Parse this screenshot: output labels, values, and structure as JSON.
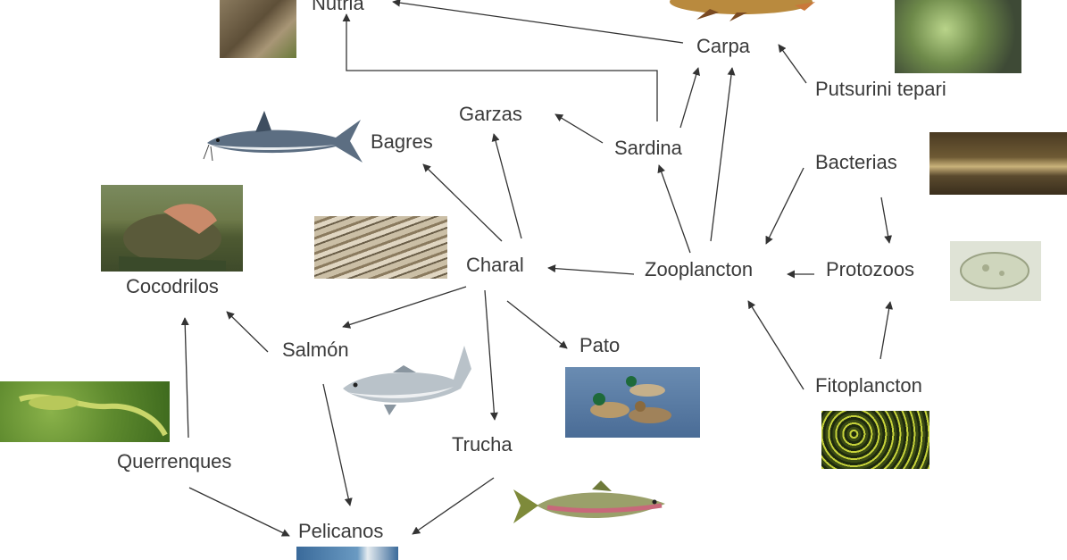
{
  "nodes": {
    "nutria": "Nutria",
    "carpa": "Carpa",
    "putsurini": "Putsurini tepari",
    "garzas": "Garzas",
    "sardina": "Sardina",
    "bagres": "Bagres",
    "bacterias": "Bacterias",
    "charal": "Charal",
    "zooplancton": "Zooplancton",
    "protozoos": "Protozoos",
    "cocodrilos": "Cocodrilos",
    "salmon": "Salmón",
    "pato": "Pato",
    "fitoplancton": "Fitoplancton",
    "trucha": "Trucha",
    "querrenques": "Querrenques",
    "pelicanos": "Pelicanos"
  },
  "edges": [
    {
      "from": "carpa",
      "to": "nutria"
    },
    {
      "from": "sardina",
      "to": "nutria"
    },
    {
      "from": "sardina",
      "to": "carpa"
    },
    {
      "from": "zooplancton",
      "to": "carpa"
    },
    {
      "from": "putsurini",
      "to": "carpa"
    },
    {
      "from": "sardina",
      "to": "garzas"
    },
    {
      "from": "zooplancton",
      "to": "sardina"
    },
    {
      "from": "bacterias",
      "to": "zooplancton"
    },
    {
      "from": "bacterias",
      "to": "protozoos"
    },
    {
      "from": "protozoos",
      "to": "zooplancton"
    },
    {
      "from": "fitoplancton",
      "to": "protozoos"
    },
    {
      "from": "fitoplancton",
      "to": "zooplancton"
    },
    {
      "from": "zooplancton",
      "to": "charal"
    },
    {
      "from": "charal",
      "to": "bagres"
    },
    {
      "from": "charal",
      "to": "garzas"
    },
    {
      "from": "charal",
      "to": "salmon"
    },
    {
      "from": "charal",
      "to": "pato"
    },
    {
      "from": "charal",
      "to": "trucha"
    },
    {
      "from": "salmon",
      "to": "cocodrilos"
    },
    {
      "from": "salmon",
      "to": "pelicanos"
    },
    {
      "from": "trucha",
      "to": "pelicanos"
    },
    {
      "from": "querrenques",
      "to": "cocodrilos"
    },
    {
      "from": "querrenques",
      "to": "pelicanos"
    }
  ],
  "images": [
    "nutria-photo",
    "carpa-fish-photo",
    "aquatic-plant-photo",
    "catfish-photo",
    "bacteria-photo",
    "crocodile-photo",
    "charal-fish-photo",
    "protozoa-photo",
    "lizard-photo",
    "salmon-fish-photo",
    "ducks-photo",
    "phytoplankton-photo",
    "trout-fish-photo",
    "pelican-photo"
  ],
  "colors": {
    "text": "#3a3a3a",
    "arrow": "#333333"
  }
}
